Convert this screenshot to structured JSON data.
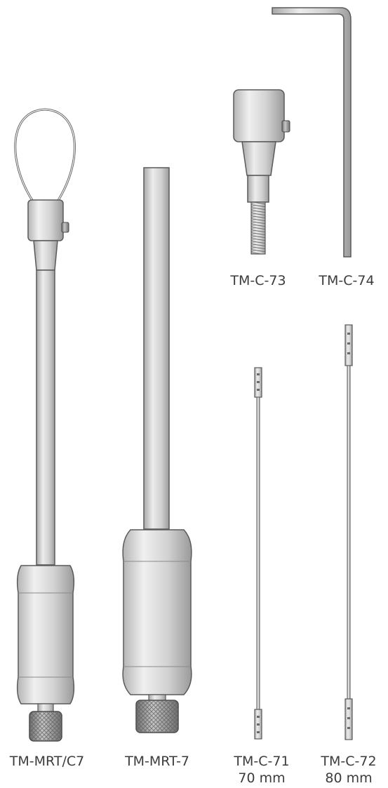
{
  "labels": {
    "mrt_c7": "TM-MRT/C7",
    "mrt_7": "TM-MRT-7",
    "c73": "TM-C-73",
    "c74": "TM-C-74",
    "c71": "TM-C-71",
    "c71_len": "70 mm",
    "c72": "TM-C-72",
    "c72_len": "80 mm"
  },
  "colors": {
    "metal_light": "#e6e6e6",
    "metal_mid": "#c8c8c8",
    "metal_dark": "#9a9a9a",
    "outline": "#5a5a5a",
    "label": "#3c3c3c"
  }
}
